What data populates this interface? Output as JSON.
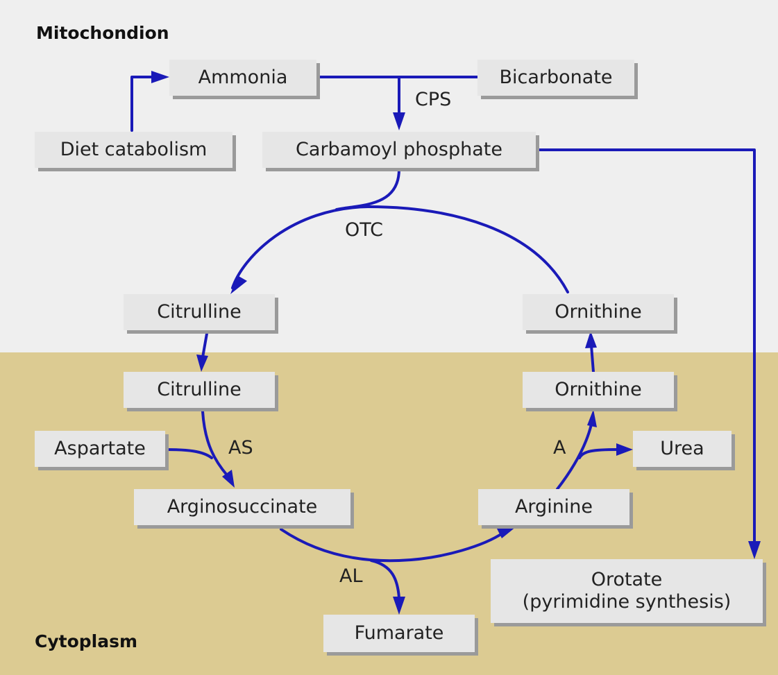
{
  "regions": {
    "mitochondrion": "Mitochondion",
    "cytoplasm": "Cytoplasm"
  },
  "nodes": {
    "ammonia": "Ammonia",
    "bicarbonate": "Bicarbonate",
    "diet_catabolism": "Diet catabolism",
    "carbamoyl_phosphate": "Carbamoyl phosphate",
    "citrulline_mito": "Citrulline",
    "ornithine_mito": "Ornithine",
    "citrulline_cyto": "Citrulline",
    "ornithine_cyto": "Ornithine",
    "aspartate": "Aspartate",
    "urea": "Urea",
    "arginosuccinate": "Arginosuccinate",
    "arginine": "Arginine",
    "orotate_line1": "Orotate",
    "orotate_line2": "(pyrimidine synthesis)",
    "fumarate": "Fumarate"
  },
  "enzymes": {
    "cps": "CPS",
    "otc": "OTC",
    "as": "AS",
    "a": "A",
    "al": "AL"
  },
  "colors": {
    "arrow": "#1a1ab8",
    "mitochondrion_bg": "#efefef",
    "cytoplasm_bg": "#dccb92",
    "box_fill": "#e6e6e6",
    "box_shadow": "#9a9a9a"
  }
}
